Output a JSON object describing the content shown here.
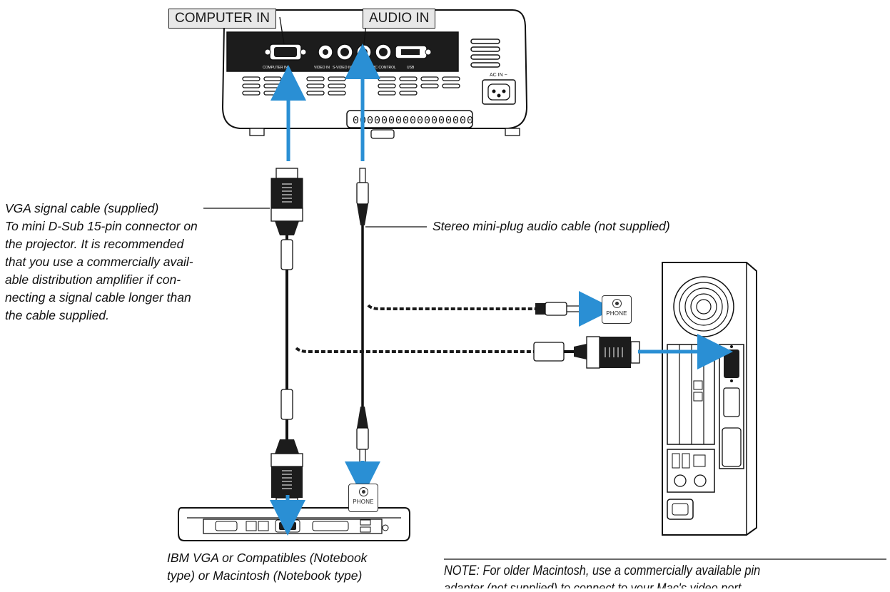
{
  "ports": {
    "computer_in": "COMPUTER IN",
    "audio_in": "AUDIO IN"
  },
  "projector_panel_labels": [
    "COMPUTER IN",
    "VIDEO IN",
    "S-VIDEO IN",
    "AUDIO IN",
    "PC CONTROL",
    "USB",
    "AC IN ~"
  ],
  "labels": {
    "vga_cable": [
      "VGA signal cable (supplied)",
      "To mini D-Sub 15-pin connector on",
      "the projector. It is recommended",
      "that you use a commercially avail-",
      "able distribution amplifier if con-",
      "necting a signal cable longer than",
      "the cable supplied."
    ],
    "audio_cable": "Stereo mini-plug audio cable (not supplied)",
    "notebook": [
      "IBM VGA or Compatibles (Notebook",
      "type) or Macintosh (Notebook type)"
    ],
    "note": [
      "NOTE: For older Macintosh, use a commercially available pin",
      "adapter (not supplied) to connect to your Mac's video port."
    ]
  },
  "phone_jacks": {
    "desktop": "PHONE",
    "notebook": "PHONE"
  },
  "colors": {
    "arrow": "#2a8fd4",
    "line": "#1a1a1a",
    "device_fill": "#ffffff",
    "device_dark": "#1c1c1c",
    "label_bg": "#e8e8e8"
  }
}
